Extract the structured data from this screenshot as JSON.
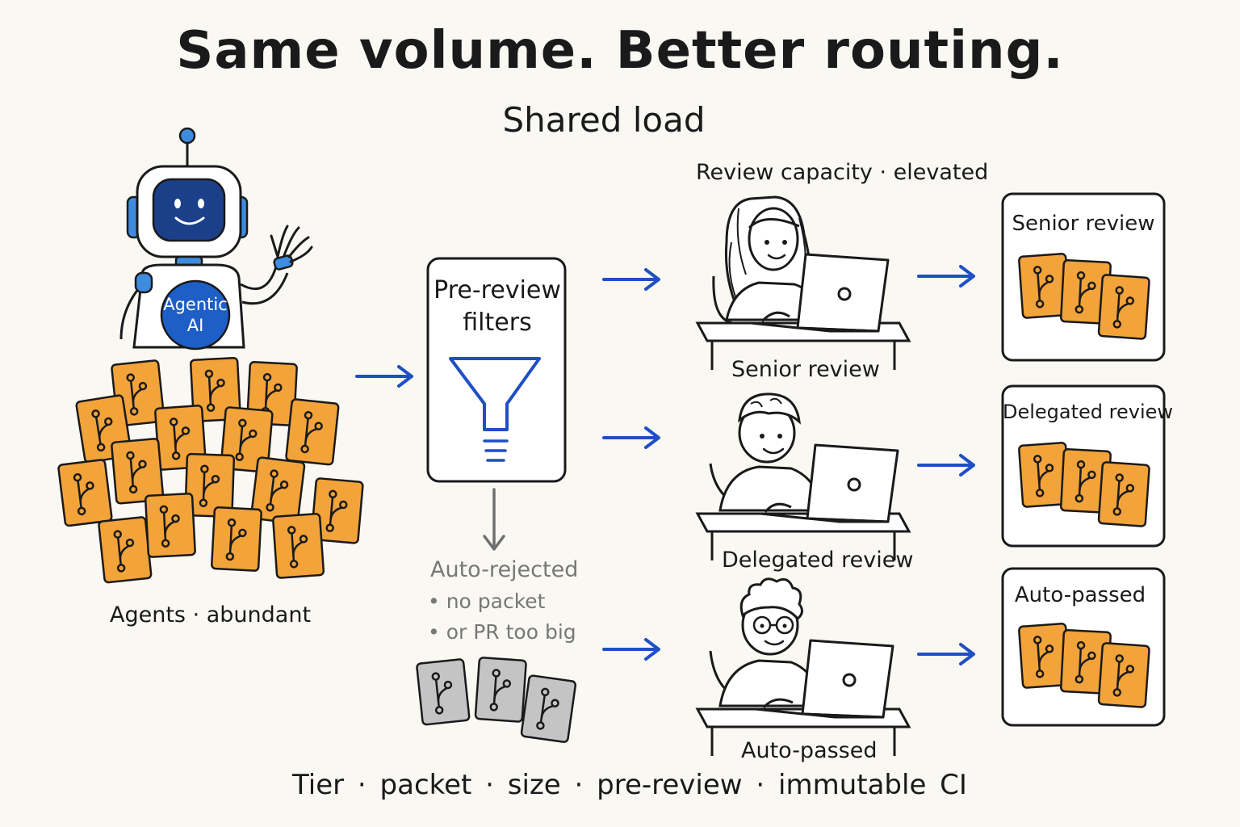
{
  "title": "Same volume. Better routing.",
  "subtitle": "Shared load",
  "agent": {
    "badge_line1": "Agentic",
    "badge_line2": "AI",
    "caption": "Agents · abundant"
  },
  "filter": {
    "title_line1": "Pre-review",
    "title_line2": "filters"
  },
  "rejected": {
    "title": "Auto-rejected",
    "reason1": "• no packet",
    "reason2": "• or PR too big"
  },
  "reviewers": {
    "header": "Review capacity · elevated",
    "senior": "Senior review",
    "delegated": "Delegated review",
    "auto": "Auto-passed"
  },
  "outputs": {
    "senior": "Senior review",
    "delegated": "Delegated review",
    "auto": "Auto-passed"
  },
  "footer": "Tier · packet · size · pre-review · immutable CI",
  "colors": {
    "card_orange": "#f2a33a",
    "card_gray": "#c4c4c4",
    "arrow_blue": "#1f4fc4",
    "robot_blue": "#1d5fc7",
    "screen_navy": "#1c3f8a",
    "ink": "#1a1a1a"
  },
  "icons": {
    "pr_card": "git-branch-icon",
    "filter": "funnel-icon",
    "down_arrow": "arrow-down-icon",
    "route_arrow": "arrow-right-icon",
    "robot": "robot-icon",
    "reviewer": "person-at-laptop-icon"
  }
}
